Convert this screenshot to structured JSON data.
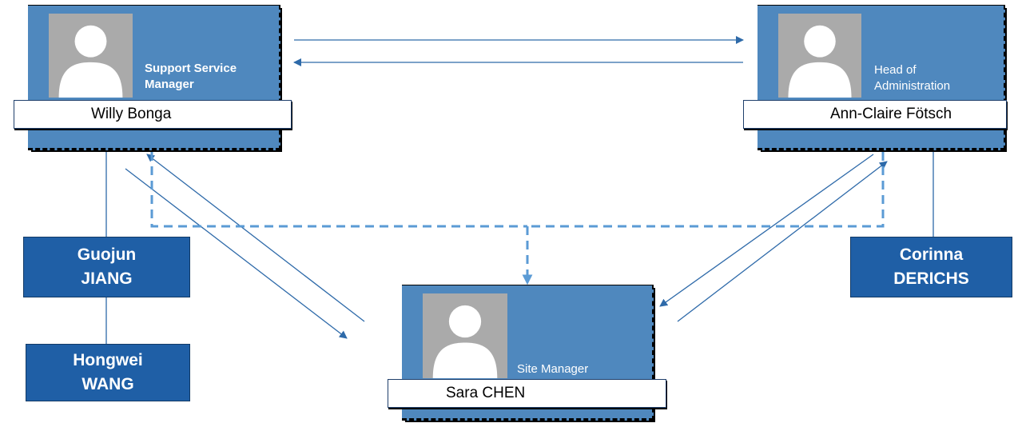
{
  "colors": {
    "card": "#4f88be",
    "name_box": "#1f5fa6",
    "line": "#2e6aa9",
    "dashed_line": "#5b9bd5",
    "photo_bg": "#aaaaaa"
  },
  "cards": {
    "support": {
      "role": "Support Service Manager",
      "name": "Willy Bonga"
    },
    "admin": {
      "role": "Head of Administration",
      "name": "Ann-Claire Fötsch"
    },
    "site": {
      "role": "Site Manager",
      "name": "Sara CHEN"
    }
  },
  "name_boxes": {
    "guojun": {
      "line1": "Guojun",
      "line2": "JIANG"
    },
    "hongwei": {
      "line1": "Hongwei",
      "line2": "WANG"
    },
    "corinna": {
      "line1": "Corinna",
      "line2": "DERICHS"
    }
  },
  "icons": {
    "avatar": "person-silhouette-icon",
    "arrow": "arrowhead"
  }
}
